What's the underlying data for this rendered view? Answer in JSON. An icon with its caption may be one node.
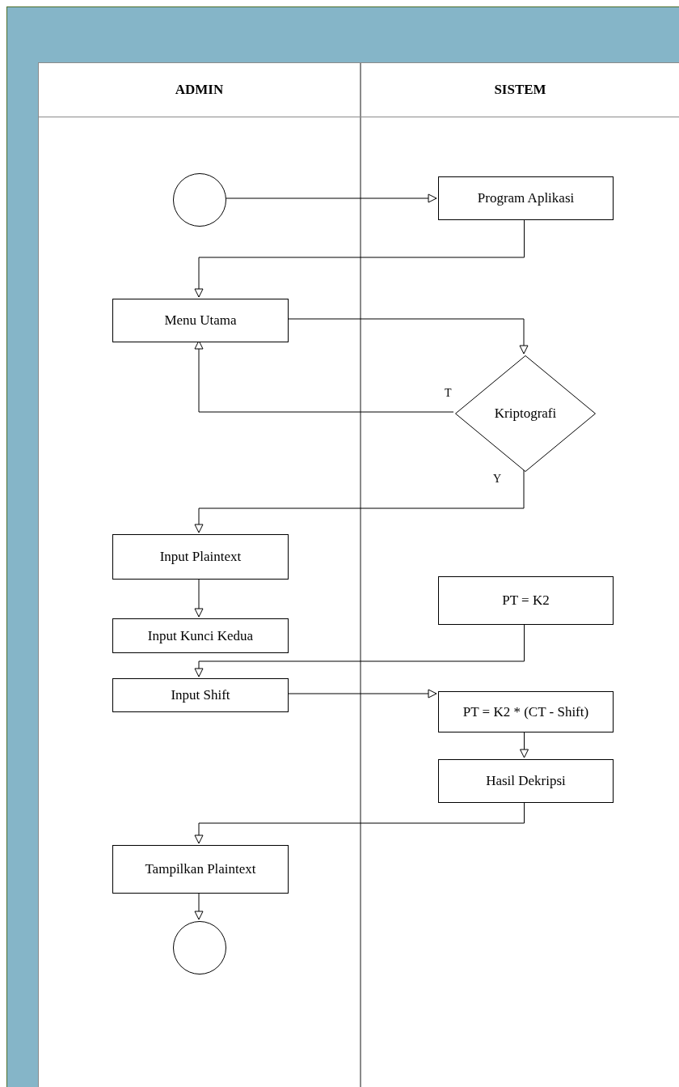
{
  "diagram": {
    "nodes": [
      {
        "text": [
          "ADMIN"
        ]
      },
      {
        "text": [
          "SISTEM"
        ]
      },
      {
        "text": [],
        "shape": "circle",
        "in": 0
      },
      {
        "text": [
          "Program Aplikasi"
        ],
        "in": 1
      },
      {
        "text": [
          "Menu Utama"
        ],
        "in": 0
      },
      {
        "text": [
          "Kriptografi"
        ],
        "in": 1
      },
      {
        "text": [
          "Input Plaintext"
        ],
        "in": 0
      },
      {
        "text": [
          "Input Kunci Kedua"
        ],
        "in": 0
      },
      {
        "text": [
          "PT = K2"
        ],
        "in": 1
      },
      {
        "text": [
          "Input Shift"
        ],
        "in": 0
      },
      {
        "text": [
          "PT = K2 * (CT - Shift)"
        ],
        "in": 1
      },
      {
        "text": [
          "Hasil Dekripsi"
        ],
        "in": 1
      },
      {
        "text": [
          "Tampilkan Plaintext"
        ],
        "in": 0
      },
      {
        "text": [],
        "shape": "circle",
        "in": 0
      }
    ],
    "edges": [
      {
        "from": 2,
        "to": 3,
        "arrow": "to"
      },
      {
        "from": 3,
        "to": 4,
        "arrow": "to"
      },
      {
        "from": 4,
        "to": 5,
        "arrow": "to"
      },
      {
        "from": 5,
        "to": 4,
        "arrow": "to",
        "label": "T"
      },
      {
        "from": 5,
        "to": 6,
        "arrow": "to",
        "label": "Y"
      },
      {
        "from": 6,
        "to": 7,
        "arrow": "to"
      },
      {
        "from": 8,
        "to": 9,
        "arrow": "to"
      },
      {
        "from": 9,
        "to": 10,
        "arrow": "to"
      },
      {
        "from": 10,
        "to": 11,
        "arrow": "to"
      },
      {
        "from": 11,
        "to": 12,
        "arrow": "to"
      },
      {
        "from": 12,
        "to": 13,
        "arrow": "to"
      }
    ]
  }
}
